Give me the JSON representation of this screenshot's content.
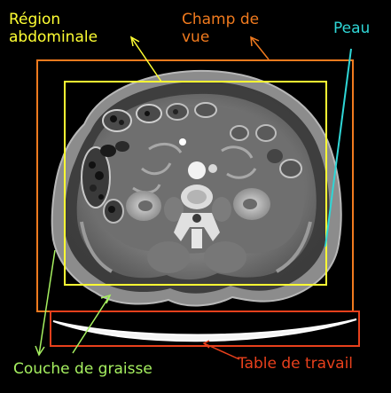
{
  "labels": {
    "abdominal_region": [
      "Région",
      "abdominale"
    ],
    "field_of_view": [
      "Champ de",
      "vue"
    ],
    "skin": "Peau",
    "fat_layer": "Couche de graisse",
    "work_table": "Table de travail"
  },
  "colors": {
    "background": "#000000",
    "abdominal_region": "#ffff33",
    "field_of_view": "#f07a1e",
    "skin": "#2fd6d6",
    "fat_layer": "#a6f060",
    "work_table": "#e8401c"
  }
}
